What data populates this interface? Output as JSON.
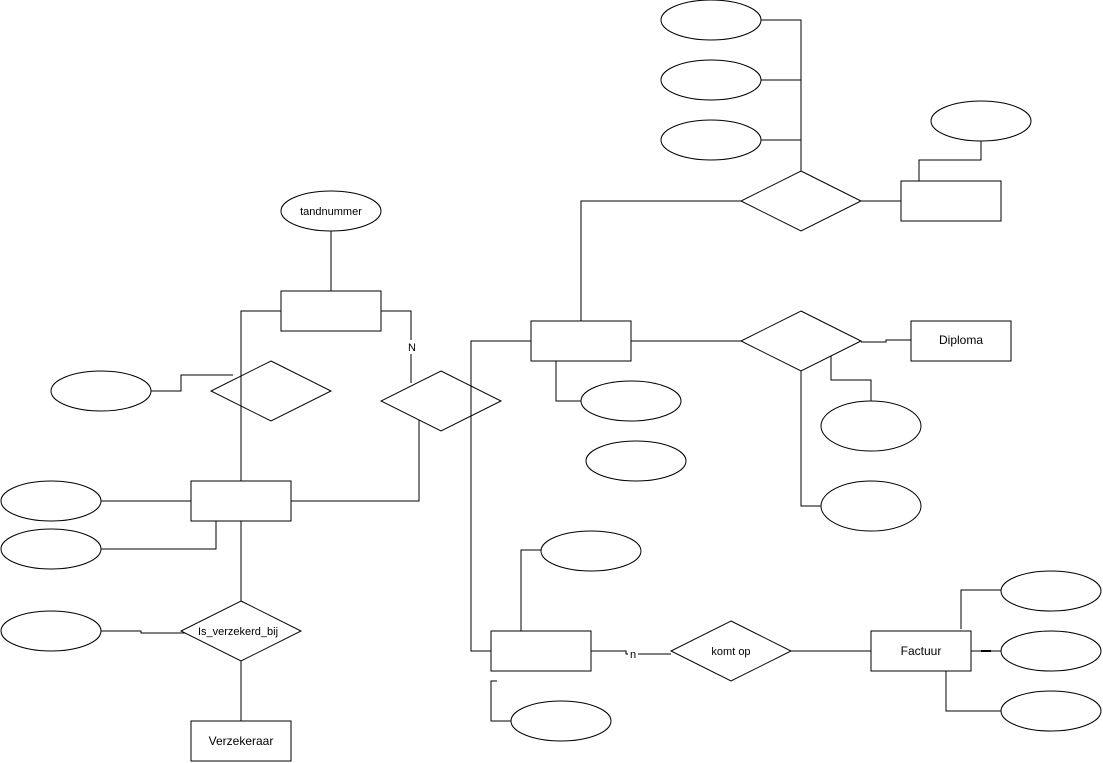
{
  "labels": {
    "tandnummer": "tandnummer",
    "diploma": "Diploma",
    "is_verzekerd_bij": "Is_verzekerd_bij",
    "verzekeraar": "Verzekeraar",
    "komt_op": "komt op",
    "factuur": "Factuur",
    "card_n_upper": "N",
    "card_n_lower": "n"
  }
}
